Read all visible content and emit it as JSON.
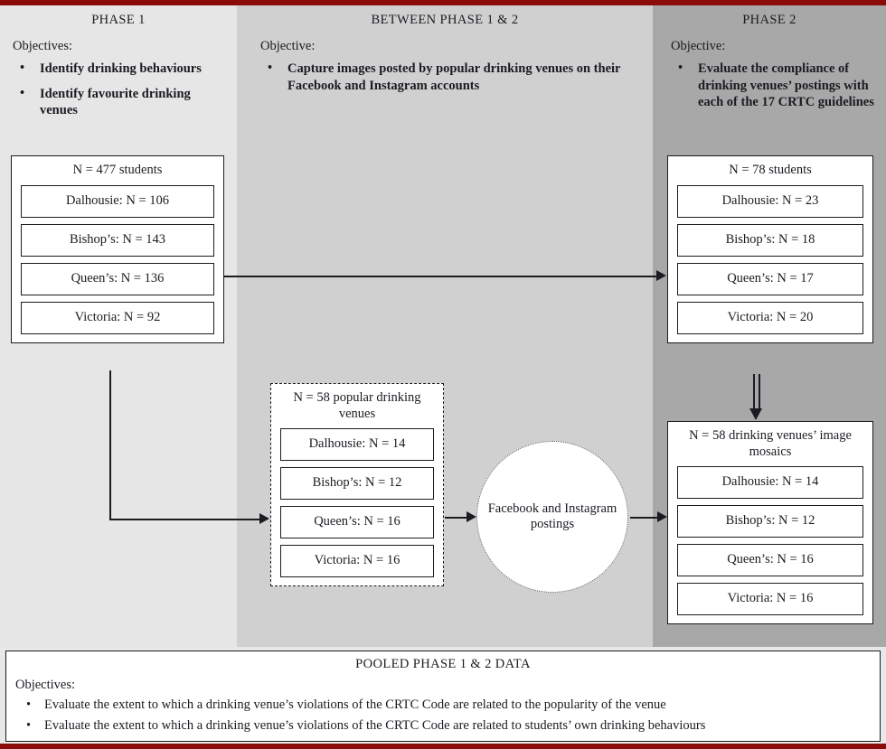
{
  "figure": {
    "accent_color": "#8b0b0b",
    "column_colors": [
      "#e6e6e6",
      "#d0d0d0",
      "#a8a8a8"
    ]
  },
  "columns": [
    {
      "header": "PHASE 1"
    },
    {
      "header": "BETWEEN PHASE 1 & 2"
    },
    {
      "header": "PHASE 2"
    }
  ],
  "objectives": {
    "phase1": {
      "title": "Objectives:",
      "items": [
        "Identify drinking behaviours",
        "Identify favourite drinking venues"
      ],
      "bullet": "•"
    },
    "between": {
      "title": "Objective:",
      "items": [
        "Capture images posted by popular drinking venues on their Facebook and Instagram accounts"
      ],
      "bullet": "•"
    },
    "phase2": {
      "title": "Objective:",
      "items": [
        "Evaluate the compliance of drinking venues’ postings with each of the 17 CRTC guidelines"
      ],
      "bullet": "•"
    }
  },
  "groups": {
    "phase1_students": {
      "title": "N = 477 students",
      "rows": [
        "Dalhousie: N = 106",
        "Bishop’s: N = 143",
        "Queen’s: N = 136",
        "Victoria: N = 92"
      ]
    },
    "phase2_students": {
      "title": "N = 78 students",
      "rows": [
        "Dalhousie: N = 23",
        "Bishop’s: N = 18",
        "Queen’s: N = 17",
        "Victoria: N = 20"
      ]
    },
    "popular_venues": {
      "title": "N = 58 popular drinking venues",
      "rows": [
        "Dalhousie: N = 14",
        "Bishop’s: N = 12",
        "Queen’s: N = 16",
        "Victoria: N = 16"
      ]
    },
    "image_mosaics": {
      "title": "N = 58 drinking venues’ image mosaics",
      "rows": [
        "Dalhousie: N = 14",
        "Bishop’s: N = 12",
        "Queen’s: N = 16",
        "Victoria: N = 16"
      ]
    }
  },
  "circle_node": {
    "label": "Facebook and Instagram postings"
  },
  "pooled": {
    "title": "POOLED PHASE 1 & 2 DATA",
    "objectives_title": "Objectives:",
    "items": [
      "Evaluate the extent to which a drinking venue’s violations of the CRTC Code are related to the popularity of the venue",
      "Evaluate the extent to which a drinking venue’s violations of the CRTC Code are related to students’ own drinking behaviours"
    ],
    "bullet": "•"
  }
}
